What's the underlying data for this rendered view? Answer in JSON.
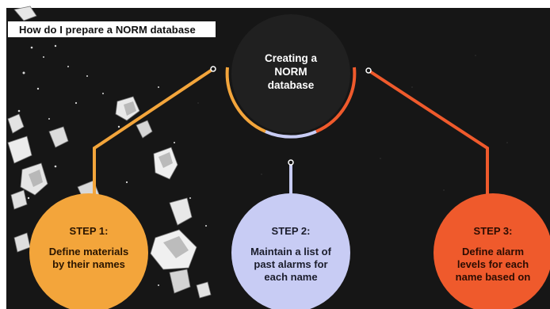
{
  "title": "How do I prepare a NORM database",
  "center": {
    "label": "Creating a NORM database"
  },
  "steps": [
    {
      "title": "STEP 1:",
      "description": "Define materials by their names",
      "color": "#f3a53b"
    },
    {
      "title": "STEP 2:",
      "description": "Maintain a list of past alarms for each name",
      "color": "#c8ccf4"
    },
    {
      "title": "STEP 3:",
      "description": "Define alarm levels for each name based on",
      "color": "#ef5a2c"
    }
  ],
  "colors": {
    "background": "#161616",
    "center": "#202020",
    "orange": "#f3a53b",
    "lavender": "#c8ccf4",
    "red_orange": "#ef5a2c"
  },
  "decor": {
    "background_image": "salt-crystals-on-black"
  }
}
